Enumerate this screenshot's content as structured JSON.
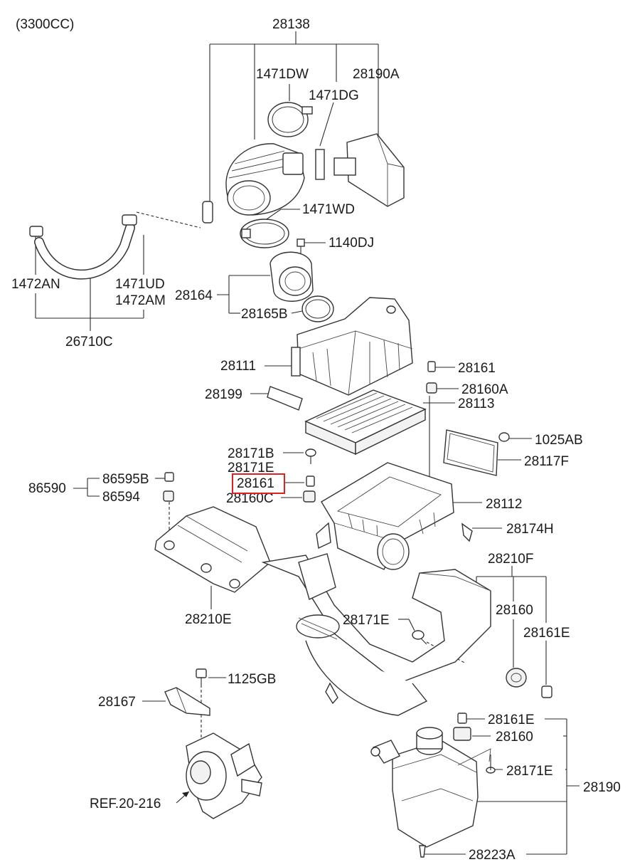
{
  "diagram": {
    "engine_note": "(3300CC)",
    "labels": {
      "p28138": "28138",
      "p1471DW": "1471DW",
      "p1471DG": "1471DG",
      "p28190A": "28190A",
      "p1471WD": "1471WD",
      "p1140DJ": "1140DJ",
      "p1472AN": "1472AN",
      "p1471UD": "1471UD",
      "p1472AM": "1472AM",
      "p28164": "28164",
      "p28165B": "28165B",
      "p26710C": "26710C",
      "p28111": "28111",
      "p28161a": "28161",
      "p28160A": "28160A",
      "p28199": "28199",
      "p28113": "28113",
      "p1025AB": "1025AB",
      "p28117F": "28117F",
      "p28171B": "28171B",
      "p28171Ea": "28171E",
      "p28161b": "28161",
      "p28160C": "28160C",
      "p86590": "86590",
      "p86595B": "86595B",
      "p86594": "86594",
      "p28112": "28112",
      "p28174H": "28174H",
      "p28210F": "28210F",
      "p28160a": "28160",
      "p28161Ea": "28161E",
      "p28171Eb": "28171E",
      "p28210E": "28210E",
      "p1125GB": "1125GB",
      "p28167": "28167",
      "p28161Eb": "28161E",
      "p28160b": "28160",
      "p28171Ec": "28171E",
      "p28190": "28190",
      "pREF": "REF.20-216",
      "p28223A": "28223A"
    },
    "highlight_color": "#e02020"
  }
}
